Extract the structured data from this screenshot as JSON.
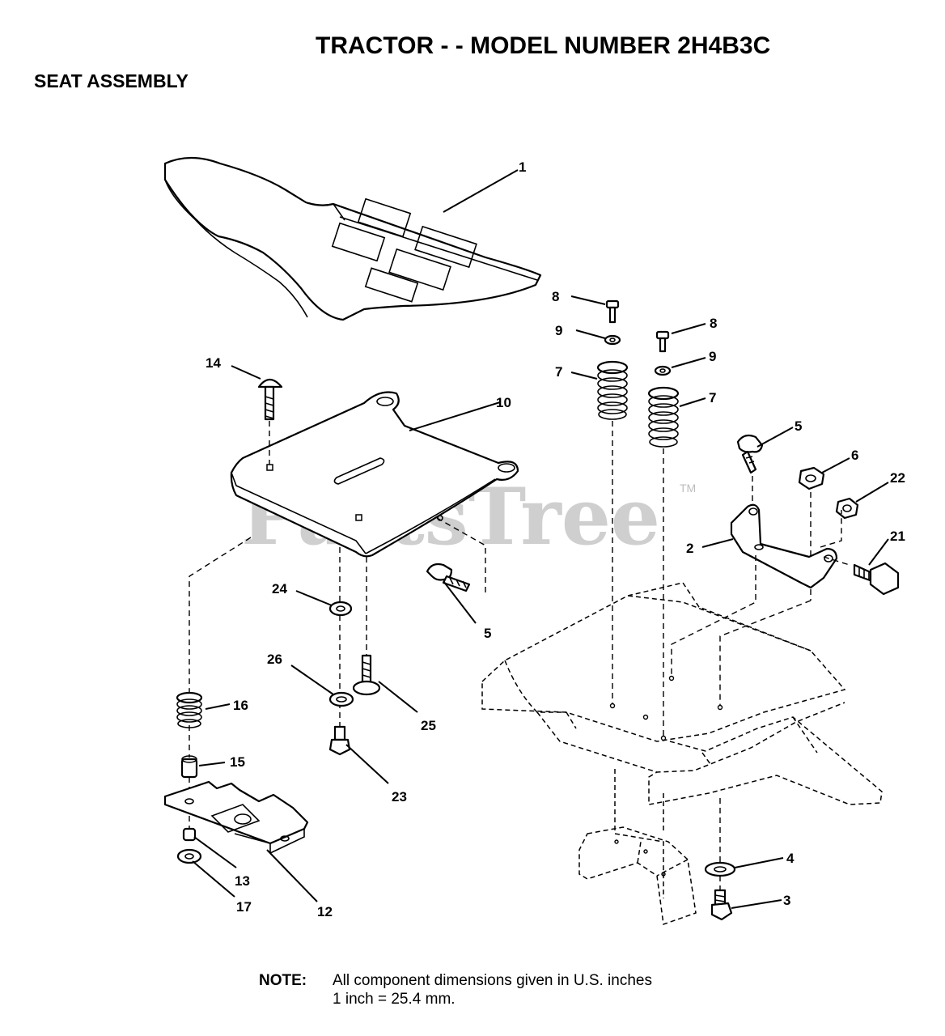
{
  "header": {
    "title": "TRACTOR - - MODEL NUMBER 2H4B3C",
    "subtitle": "SEAT ASSEMBLY"
  },
  "watermark": {
    "text": "PartsTree",
    "tm": "TM"
  },
  "note": {
    "label": "NOTE:",
    "line1": "All component dimensions given in U.S. inches",
    "line2": "1 inch = 25.4 mm."
  },
  "callouts": {
    "seat": "1",
    "bracket": "2",
    "bolt_rear": "3",
    "washer_rear": "4",
    "clip_bracket": "5",
    "clip_pan": "5",
    "nut_bracket": "6",
    "spring_left": "7",
    "spring_right": "7",
    "screw_left": "8",
    "screw_right": "8",
    "washer_left": "9",
    "washer_right": "9",
    "seat_pan": "10",
    "slide_plate": "12",
    "nut_slide": "13",
    "carriage_bolt": "14",
    "spacer": "15",
    "spring_front": "16",
    "washer_slide": "17",
    "bolt_bracket": "21",
    "nut_side": "22",
    "screw_pan": "23",
    "washer_pan": "24",
    "shoulder_bolt": "25",
    "washer_small": "26"
  }
}
